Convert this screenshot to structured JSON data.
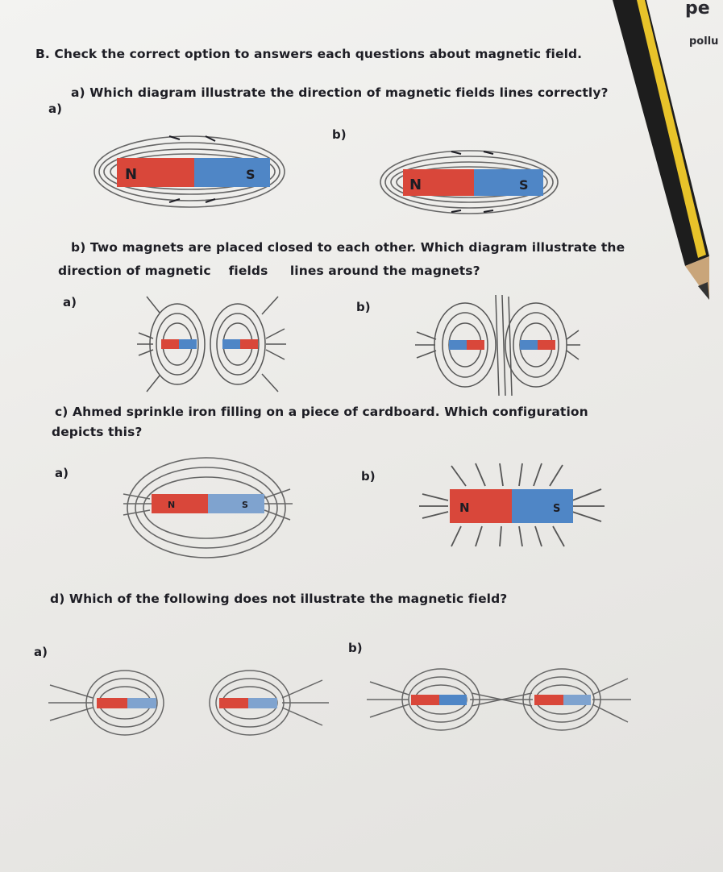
{
  "corner": {
    "top": "pe",
    "bottom": "pollu"
  },
  "section": {
    "title": "B. Check the correct option to answers each questions about magnetic field."
  },
  "questions": [
    {
      "text": "a) Which diagram illustrate the direction of magnetic fields lines correctly?",
      "option_a": "a)",
      "option_b": "b)",
      "fig_a": {
        "north": "N",
        "south": "S"
      },
      "fig_b": {
        "north": "N",
        "south": "S"
      }
    },
    {
      "text_line1": "b) Two magnets are placed closed to each other. Which diagram illustrate the",
      "text_line2": "direction of magnetic    fields     lines around the magnets?",
      "option_a": "a)",
      "option_b": "b)"
    },
    {
      "text_line1": "c) Ahmed sprinkle iron filling on a piece of cardboard. Which configuration",
      "text_line2": "depicts this?",
      "option_a": "a)",
      "option_b": "b)",
      "fig_a": {
        "north": "N",
        "south": "S"
      },
      "fig_b": {
        "north": "N",
        "south": "S"
      }
    },
    {
      "text": "d) Which of the following does not illustrate the magnetic field?",
      "option_a": "a)",
      "option_b": "b)"
    }
  ],
  "colors": {
    "north": "#d9473a",
    "south": "#4f86c6",
    "ink": "#1d1d24",
    "pencil": "#e8c32a"
  }
}
